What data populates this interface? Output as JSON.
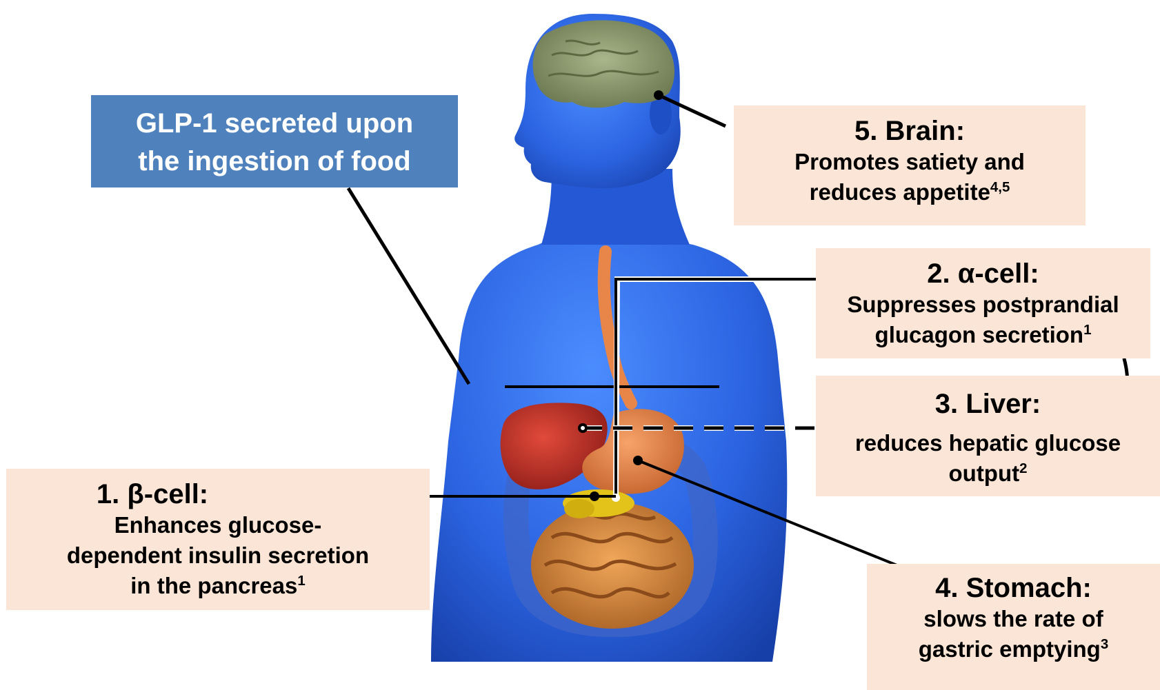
{
  "source_box": {
    "line1": "GLP-1 secreted upon",
    "line2": "the ingestion of food"
  },
  "callouts": {
    "brain": {
      "title": "5. Brain:",
      "line1": "Promotes satiety and",
      "line2": "reduces appetite",
      "ref": "4,5"
    },
    "alpha": {
      "title": "2. α-cell:",
      "line1": "Suppresses postprandial",
      "line2": "glucagon secretion",
      "ref": "1"
    },
    "liver": {
      "title": "3. Liver:",
      "line1": "reduces hepatic glucose",
      "line2": "output",
      "ref": "2"
    },
    "beta": {
      "title": "1. β-cell:",
      "line1": "Enhances glucose-",
      "line2": "dependent insulin secretion",
      "line3": "in the pancreas",
      "ref": "1"
    },
    "stomach": {
      "title": "4. Stomach:",
      "line1": "slows the rate of",
      "line2": "gastric emptying",
      "ref": "3"
    }
  },
  "colors": {
    "callout_bg": "#fbe5d6",
    "source_bg": "#4f81bd",
    "body": "#2b63e0",
    "brain": "#8c9a6e",
    "liver": "#c0302a",
    "stomach": "#e8864a",
    "intestine": "#d98a3c",
    "pancreas": "#e3c31a"
  }
}
